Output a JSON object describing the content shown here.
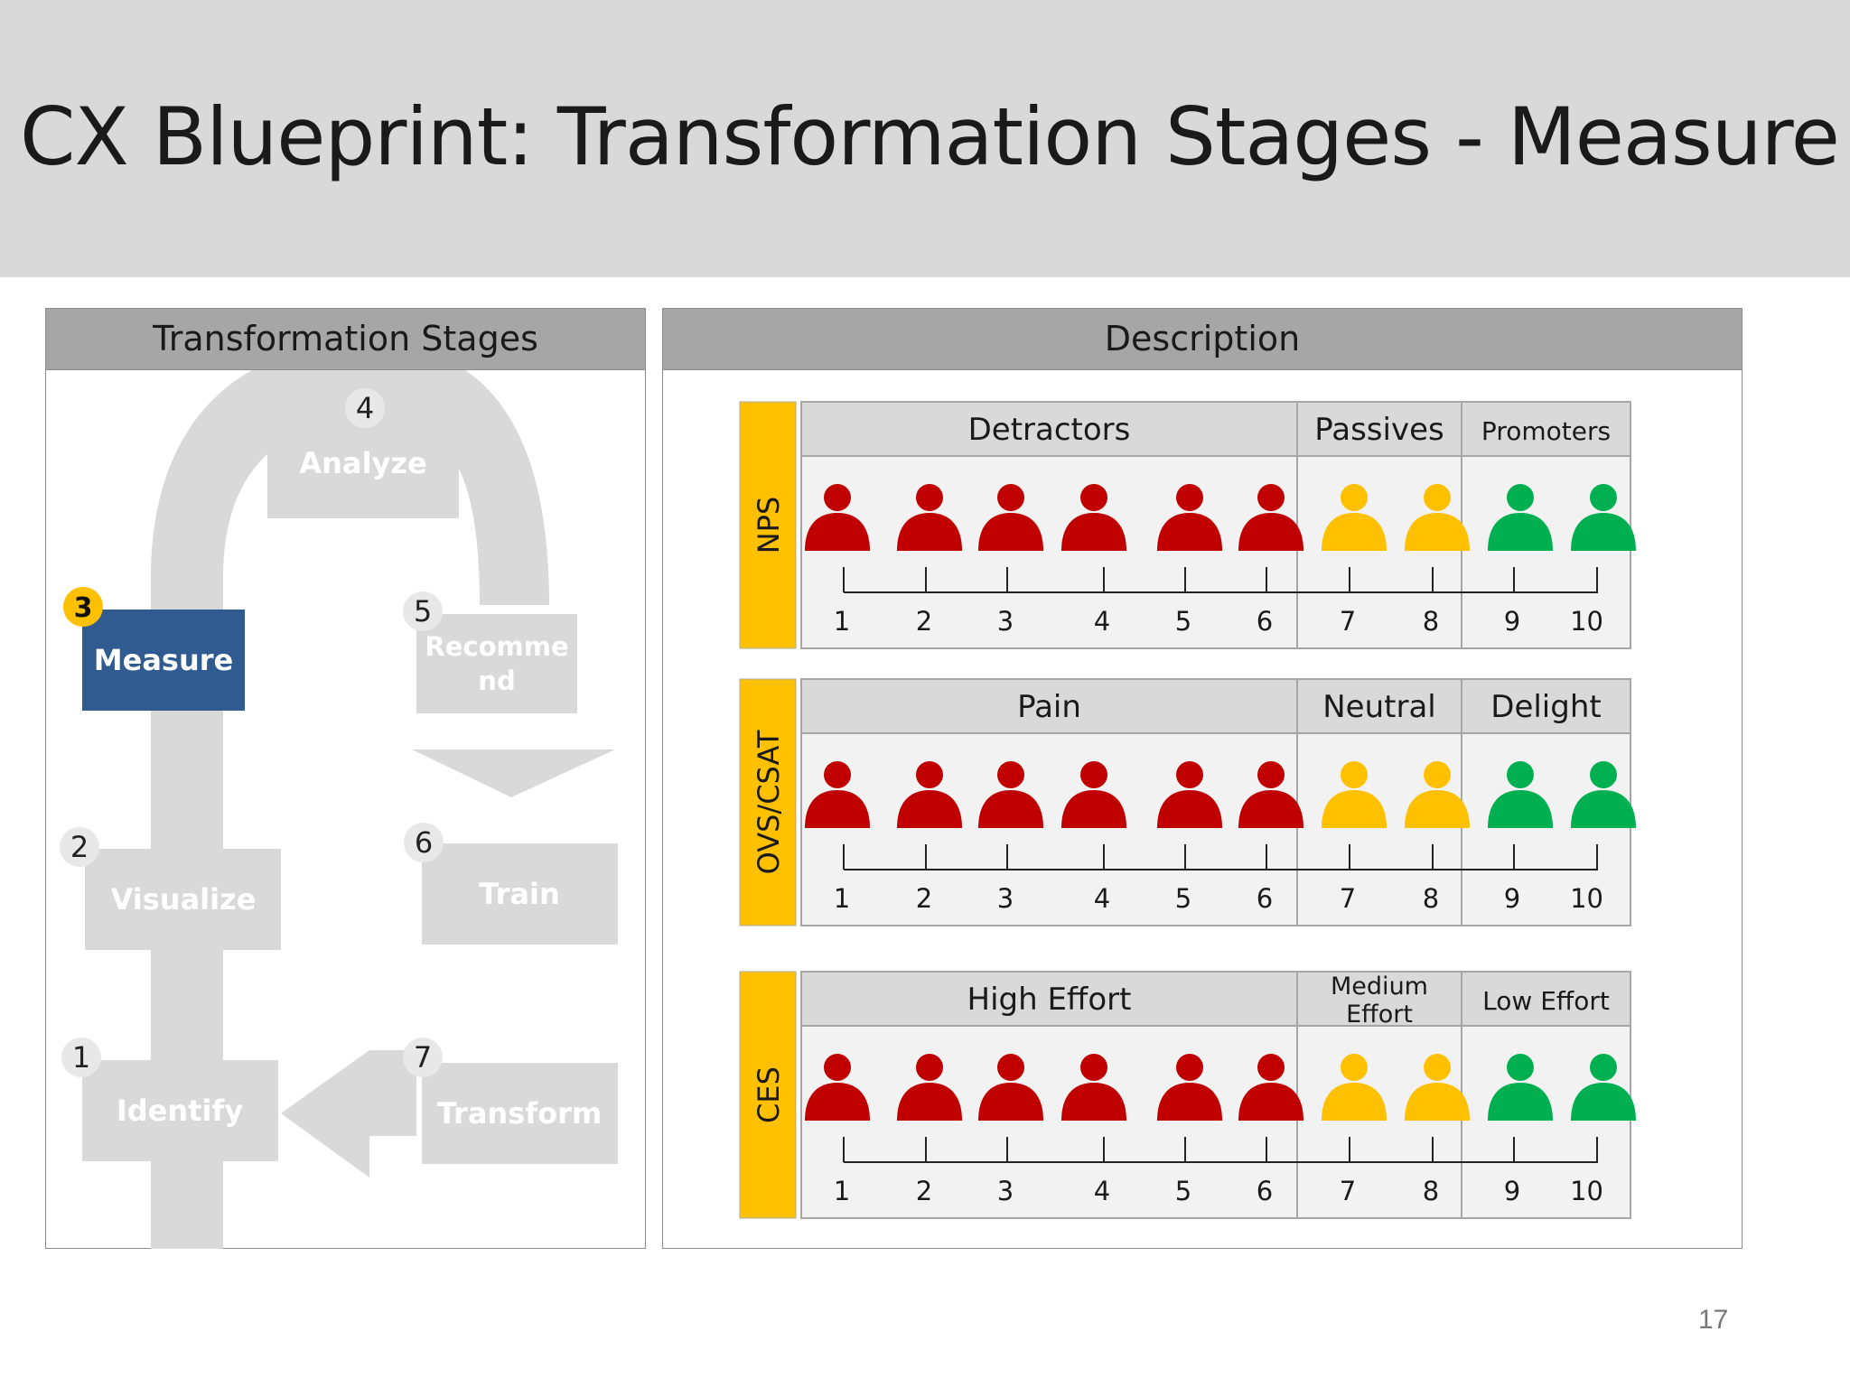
{
  "slide": {
    "title": "CX Blueprint: Transformation Stages - Measure",
    "page_number": "17"
  },
  "stages_panel": {
    "header": "Transformation Stages",
    "active_stage": "3",
    "stages": [
      {
        "number": "1",
        "label": "Identify"
      },
      {
        "number": "2",
        "label": "Visualize"
      },
      {
        "number": "3",
        "label": "Measure"
      },
      {
        "number": "4",
        "label": "Analyze"
      },
      {
        "number": "5",
        "label_line1": "Recomme",
        "label_line2": "nd"
      },
      {
        "number": "6",
        "label": "Train"
      },
      {
        "number": "7",
        "label": "Transform"
      }
    ]
  },
  "description_panel": {
    "header": "Description",
    "scale_numbers": [
      "1",
      "2",
      "3",
      "4",
      "5",
      "6",
      "7",
      "8",
      "9",
      "10"
    ],
    "person_colors": [
      "#c00000",
      "#c00000",
      "#c00000",
      "#c00000",
      "#c00000",
      "#c00000",
      "#ffc000",
      "#ffc000",
      "#00b050",
      "#00b050"
    ],
    "metrics": [
      {
        "name": "NPS",
        "groups": [
          {
            "label": "Detractors"
          },
          {
            "label": "Passives"
          },
          {
            "label": "Promoters"
          }
        ]
      },
      {
        "name": "OVS/CSAT",
        "groups": [
          {
            "label": "Pain"
          },
          {
            "label": "Neutral"
          },
          {
            "label": "Delight"
          }
        ]
      },
      {
        "name": "CES",
        "groups": [
          {
            "label": "High Effort"
          },
          {
            "label_line1": "Medium",
            "label_line2": "Effort"
          },
          {
            "label": "Low Effort"
          }
        ]
      }
    ]
  },
  "colors": {
    "active_stage": "#2f5b91",
    "badge": "#ffc000",
    "inactive_shape": "#d9d9d9",
    "side_label": "#ffc000",
    "detractor": "#c00000",
    "passive": "#ffc000",
    "promoter": "#00b050"
  }
}
